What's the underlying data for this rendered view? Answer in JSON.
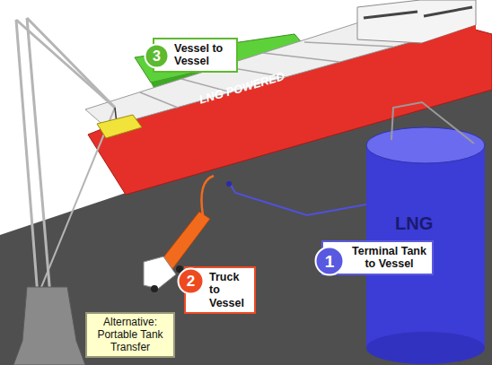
{
  "diagram": {
    "nodes": [
      {
        "text": [
          "3"
        ]
      },
      {
        "text": [
          "Vessel to Vessel"
        ]
      },
      {
        "text": [
          "1"
        ]
      },
      {
        "text": [
          "Terminal Tank to Vessel"
        ]
      },
      {
        "text": [
          "2"
        ]
      },
      {
        "text": [
          "Truck to Vessel"
        ]
      },
      {
        "text": [
          "Alternative: Portable Tank Transfer"
        ]
      }
    ],
    "labels": [
      "LNG POWERED",
      "LNG"
    ]
  }
}
